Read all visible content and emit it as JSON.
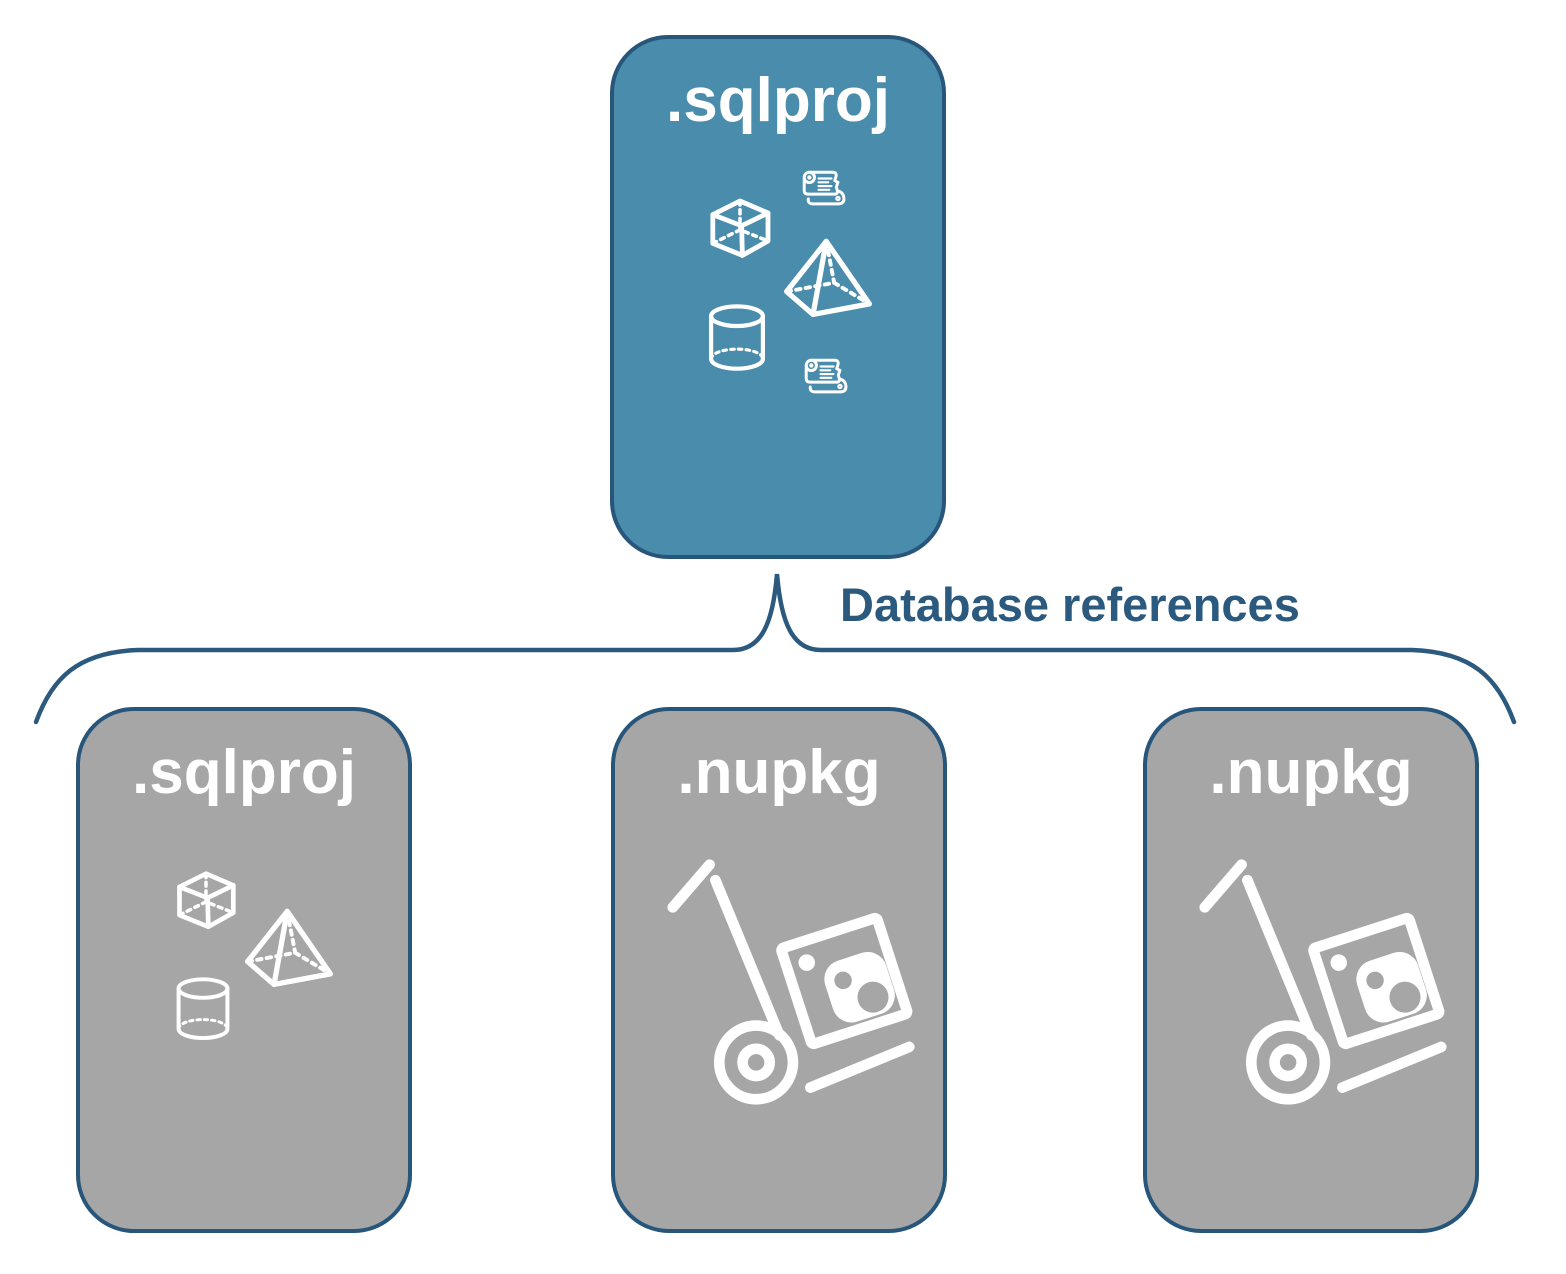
{
  "connector": {
    "label": "Database references",
    "color": "#2B5A7E"
  },
  "nodes": {
    "root": {
      "label": ".sqlproj",
      "fill": "#4A8CAB",
      "border": "#27567A",
      "icons": [
        "scroll-icon",
        "cube-icon",
        "pyramid-icon",
        "cylinder-icon",
        "scroll-icon"
      ]
    },
    "children": [
      {
        "label": ".sqlproj",
        "fill": "#A6A6A6",
        "border": "#27567A",
        "icons": [
          "cube-icon",
          "pyramid-icon",
          "cylinder-icon"
        ]
      },
      {
        "label": ".nupkg",
        "fill": "#A6A6A6",
        "border": "#27567A",
        "icons": [
          "hand-truck-package-icon"
        ]
      },
      {
        "label": ".nupkg",
        "fill": "#A6A6A6",
        "border": "#27567A",
        "icons": [
          "hand-truck-package-icon"
        ]
      }
    ]
  },
  "icon_color": "#FFFFFF"
}
